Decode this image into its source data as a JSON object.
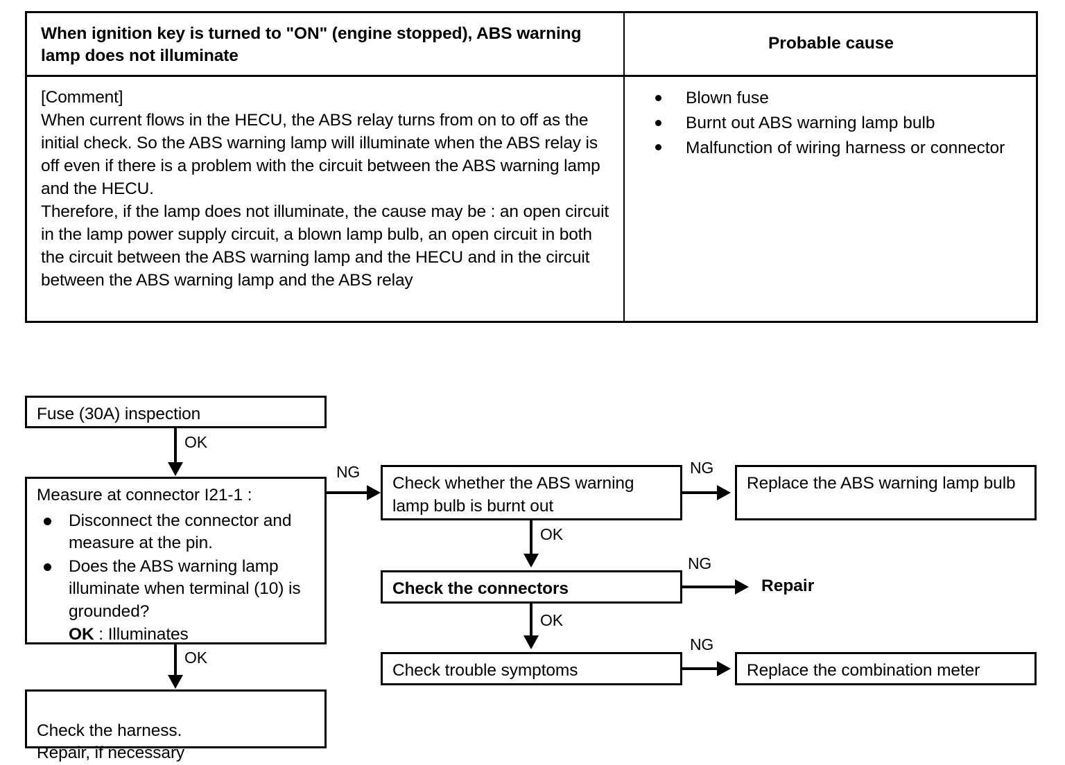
{
  "table": {
    "header": {
      "symptom": "When ignition key is turned to \"ON\" (engine stopped), ABS warning lamp does not illuminate",
      "cause": "Probable cause"
    },
    "comment_label": "[Comment]",
    "comment_text": "When current flows in the HECU, the ABS relay turns from on to off as the initial check. So the ABS warning lamp will illuminate when the ABS relay is off even if there is a problem with the circuit between the ABS warning lamp and the HECU.\nTherefore, if the lamp does not illuminate, the cause may be : an open circuit in the lamp power supply circuit, a blown lamp bulb, an open circuit in both the circuit between the ABS warning lamp and the HECU and in the circuit between the ABS warning lamp and the ABS relay",
    "causes": [
      "Blown fuse",
      "Burnt out ABS warning lamp bulb",
      "Malfunction of wiring harness or connector"
    ]
  },
  "flow": {
    "fuse_inspection": "Fuse (30A) inspection",
    "measure": {
      "title": "Measure at connector I21-1 :",
      "items": [
        "Disconnect the connector and measure at the pin.",
        "Does the ABS warning lamp illuminate when terminal (10) is grounded?"
      ],
      "ok_label": "OK",
      "ok_value": ": Illuminates"
    },
    "check_harness": "Check the harness.\nRepair, if necessary",
    "check_bulb": "Check whether the ABS warning lamp bulb is burnt out",
    "replace_bulb": "Replace the ABS warning lamp bulb",
    "check_connectors": "Check the connectors",
    "repair": "Repair",
    "check_symptoms": "Check trouble symptoms",
    "replace_meter": "Replace the combination meter",
    "labels": {
      "ok1": "OK",
      "ok2": "OK",
      "ok3": "OK",
      "ok4": "OK",
      "ng1": "NG",
      "ng2": "NG",
      "ng3": "NG",
      "ng4": "NG"
    }
  }
}
